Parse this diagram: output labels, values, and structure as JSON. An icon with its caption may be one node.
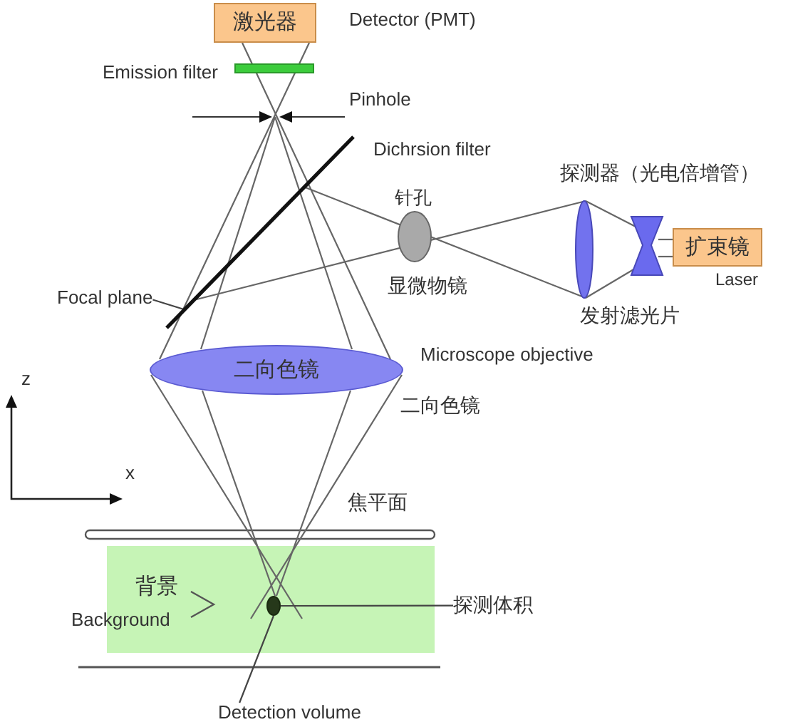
{
  "diagram": {
    "nodes": [
      {
        "text": [
          "激光器"
        ],
        "beside": [
          "Detector (PMT)"
        ]
      },
      {
        "text": [],
        "shape": "bar",
        "beside": [
          "Dichrsion filter"
        ]
      },
      {
        "text": [
          "扩束镜"
        ],
        "beside": [
          "Laser"
        ]
      },
      {
        "text": [
          "Focal plane"
        ]
      },
      {
        "text": [
          "二向色镜"
        ]
      },
      {
        "text": [],
        "shape": "circle"
      },
      {
        "text": [
          "探测体积"
        ]
      },
      {
        "text": [
          "Detection volume"
        ]
      }
    ],
    "edges": [
      {
        "from": 3,
        "to": 1,
        "arrow": "none"
      },
      {
        "from": 6,
        "to": 5,
        "arrow": "none"
      },
      {
        "from": 7,
        "to": 5,
        "arrow": "none"
      }
    ],
    "labels": [
      "Emission filter",
      "Pinhole",
      "探测器（光电倍增管）",
      "针孔",
      "显微物镜",
      "发射滤光片",
      "Microscope objective",
      "z",
      "二向色镜",
      "x",
      "焦平面",
      "背景",
      "Background"
    ]
  }
}
